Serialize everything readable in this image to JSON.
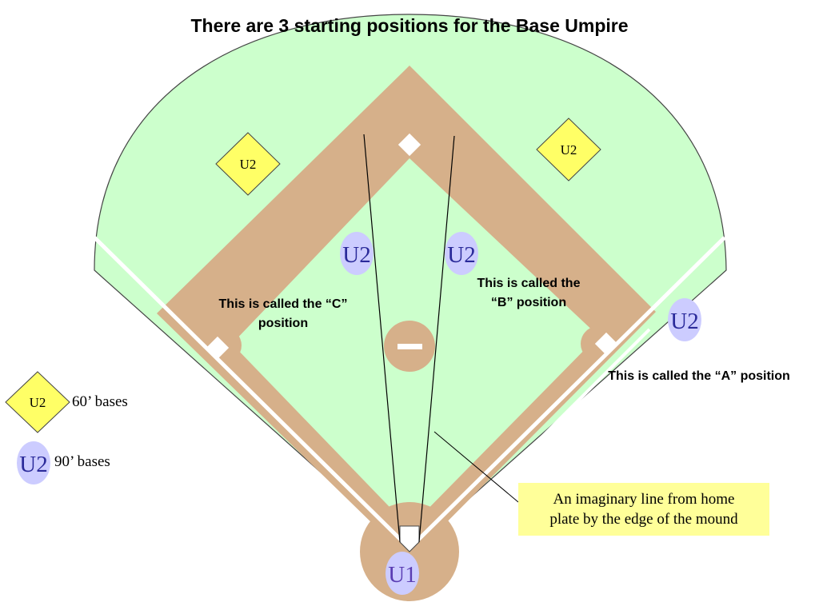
{
  "title": "There are 3 starting positions for the Base Umpire",
  "positions": {
    "c_line1": "This is called the “C”",
    "c_line2": "position",
    "b_line1": "This is called the",
    "b_line2": "“B” position",
    "a_label": "This is called the “A” position"
  },
  "umpires": {
    "u2": "U2",
    "u1": "U1"
  },
  "legend": {
    "sixty": "60’ bases",
    "ninety": "90’ bases"
  },
  "note": {
    "line1": "An imaginary line from home",
    "line2": "plate by the edge of the mound"
  },
  "colors": {
    "outfield": "#ccffcc",
    "infield_dirt": "#d6b08a",
    "diamond_marker": "#ffff66",
    "circle_marker": "#ccccff",
    "note_box": "#ffff99",
    "u1_text": "#5a3db3",
    "u2_text": "#2a2a9a"
  }
}
